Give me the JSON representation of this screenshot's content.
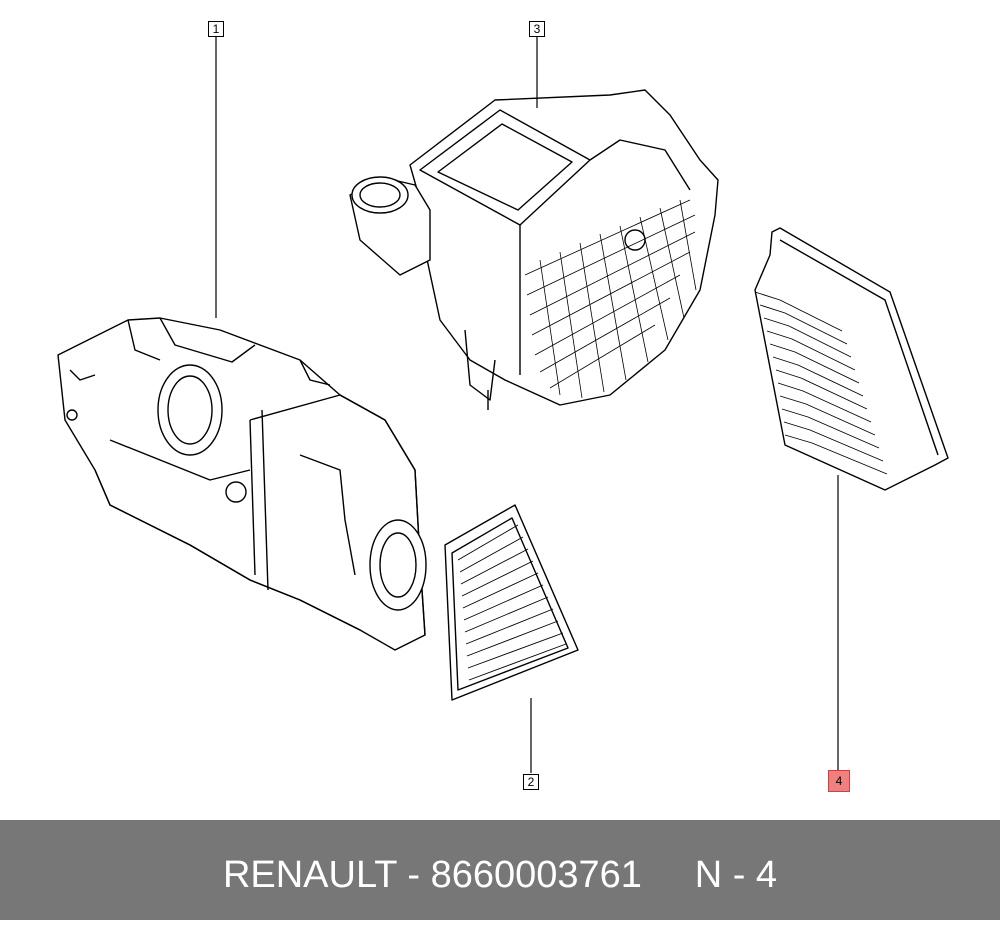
{
  "callouts": [
    {
      "id": "1",
      "label": "1",
      "highlighted": false
    },
    {
      "id": "2",
      "label": "2",
      "highlighted": false
    },
    {
      "id": "3",
      "label": "3",
      "highlighted": false
    },
    {
      "id": "4",
      "label": "4",
      "highlighted": true
    }
  ],
  "footer": {
    "brand": "RENAULT",
    "part_number": "8660003761",
    "reference": "N - 4",
    "text": "RENAULT - 8660003761     N - 4"
  },
  "colors": {
    "footer_bg": "#777777",
    "footer_text": "#ffffff",
    "highlight": "#f08080",
    "line": "#000000"
  }
}
